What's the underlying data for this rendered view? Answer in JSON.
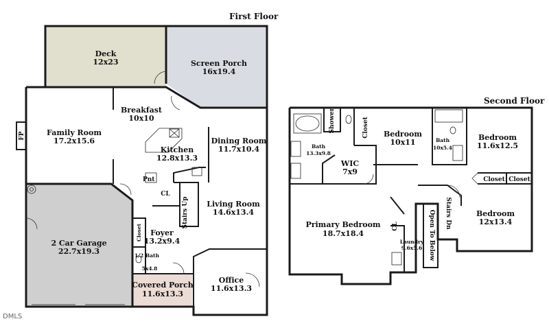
{
  "floors": {
    "first": {
      "title": "First Floor",
      "rooms": {
        "deck": {
          "name": "Deck",
          "dims": "12x23",
          "fill": "#e1dfcd"
        },
        "screen_porch": {
          "name": "Screen Porch",
          "dims": "16x19.4",
          "fill": "#d9dde3"
        },
        "breakfast": {
          "name": "Breakfast",
          "dims": "10x10"
        },
        "family_room": {
          "name": "Family Room",
          "dims": "17.2x15.6"
        },
        "fp": {
          "name": "FP"
        },
        "kitchen": {
          "name": "Kitchen",
          "dims": "12.8x13.3"
        },
        "dining_room": {
          "name": "Dining Room",
          "dims": "11.7x10.4"
        },
        "pnt": {
          "name": "Pnt"
        },
        "cl": {
          "name": "CL"
        },
        "stairs_up": {
          "name": "Stairs Up"
        },
        "living_room": {
          "name": "Living Room",
          "dims": "14.6x13.4"
        },
        "closet": {
          "name": "Closet"
        },
        "foyer": {
          "name": "Foyer",
          "dims": "13.2x9.4"
        },
        "garage": {
          "name": "2 Car Garage",
          "dims": "22.7x19.3",
          "fill": "#cfcfcf"
        },
        "half_bath": {
          "name": "1/2 Bath",
          "dims": "5x4.8"
        },
        "covered_porch": {
          "name": "Covered Porch",
          "dims": "11.6x13.3",
          "fill": "#ecdcd6"
        },
        "office": {
          "name": "Office",
          "dims": "11.6x13.3"
        }
      }
    },
    "second": {
      "title": "Second Floor",
      "rooms": {
        "shower": {
          "name": "Shower"
        },
        "closet_a": {
          "name": "Closet"
        },
        "bedroom_1": {
          "name": "Bedroom",
          "dims": "10x11"
        },
        "bath_small": {
          "name": "Bath",
          "dims": "10x5.4"
        },
        "bedroom_2": {
          "name": "Bedroom",
          "dims": "11.6x12.5"
        },
        "bath_primary": {
          "name": "Bath",
          "dims": "13.3x9.8"
        },
        "wic": {
          "name": "WIC",
          "dims": "7x9"
        },
        "closet_b": {
          "name": "Closet"
        },
        "closet_c": {
          "name": "Closet"
        },
        "stairs_dn": {
          "name": "Stairs Dn"
        },
        "primary_bedroom": {
          "name": "Primary Bedroom",
          "dims": "18.7x18.4"
        },
        "cl": {
          "name": "CL"
        },
        "open_to_below": {
          "name": "Open To Below"
        },
        "laundry": {
          "name": "Laundry",
          "dims": "9.6x5.6"
        },
        "bedroom_3": {
          "name": "Bedroom",
          "dims": "12x13.4"
        }
      }
    }
  },
  "watermark": "DMLS"
}
